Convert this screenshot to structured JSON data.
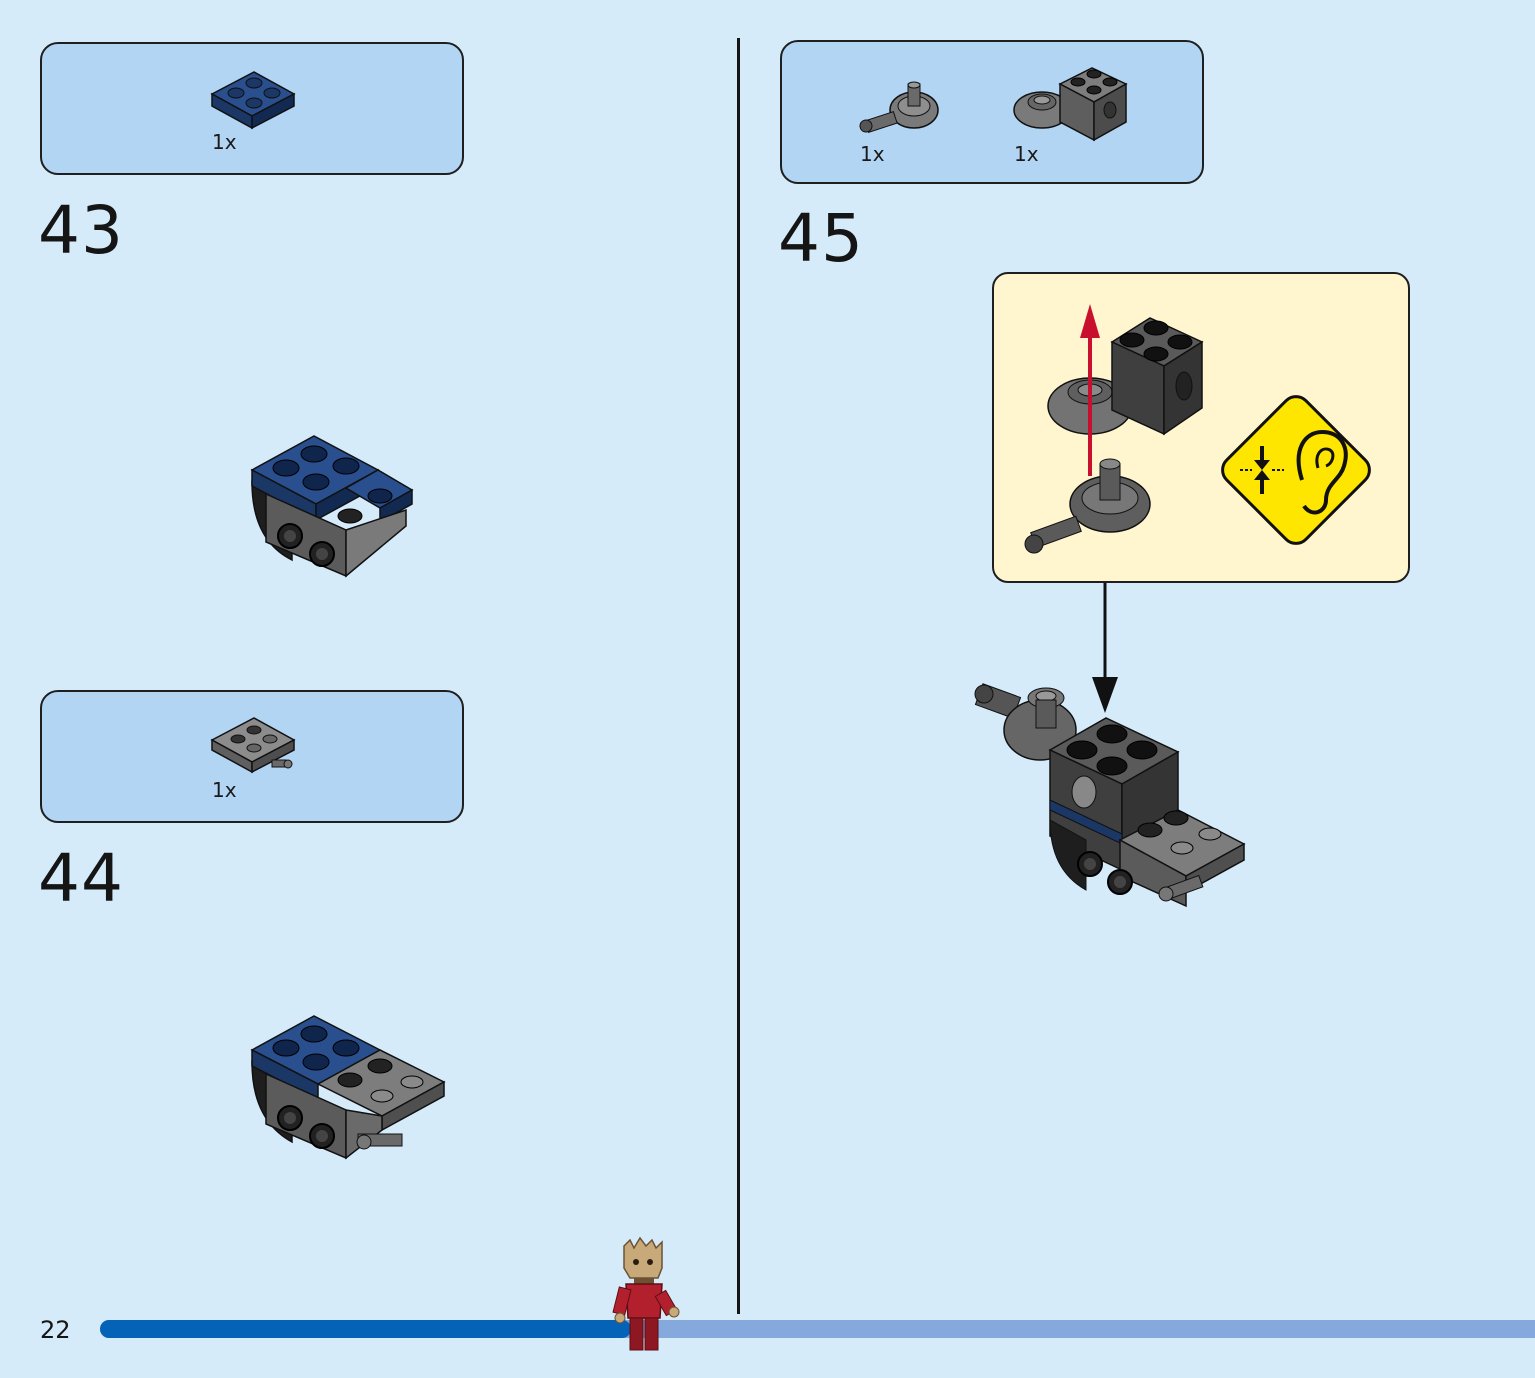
{
  "page": {
    "number": "22"
  },
  "steps": [
    {
      "number": "43",
      "parts": [
        {
          "qty": "1x",
          "part": "blue-2x2-plate"
        }
      ]
    },
    {
      "number": "44",
      "parts": [
        {
          "qty": "1x",
          "part": "gray-2x2-plate-with-pin"
        }
      ]
    },
    {
      "number": "45",
      "parts": [
        {
          "qty": "1x",
          "part": "ball-joint-socket"
        },
        {
          "qty": "1x",
          "part": "brick-with-ball-cup"
        }
      ]
    }
  ],
  "callout": {
    "hint_icon": "listen-for-click-icon",
    "arrow_icon": "pull-up-arrow-icon"
  },
  "progress": {
    "fraction": 0.37
  },
  "colors": {
    "background": "#d5ebfa",
    "parts_box": "#b2d5f3",
    "callout": "#fff6cf",
    "progress_fill": "#0563b7",
    "progress_track": "#85a9dc",
    "hint_sign": "#ffe600",
    "arrow_red": "#c8102e"
  }
}
